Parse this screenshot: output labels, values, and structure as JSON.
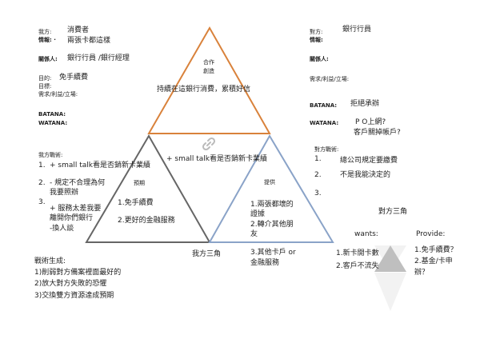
{
  "colors": {
    "orange": "#d9823b",
    "dark": "#666666",
    "blue": "#8aa3c8",
    "funnel_light": "#f2f2f2",
    "funnel_dark": "#bfbfbf",
    "text": "#222222"
  },
  "icons": {
    "link": "chain-link-icon"
  },
  "left": {
    "my_side_label": "我方:",
    "my_side_value": "消費者",
    "info_label": "情報: ·",
    "info_value": "兩張卡都這樣",
    "contact_label": "關係人:",
    "contact_value": "銀行行員 /銀行經理",
    "purpose_label": "目的:",
    "purpose_value": "免手續費",
    "target_label": "目標:",
    "needs_label": "需求/利益/立場:",
    "batana": "BATANA:",
    "watana": "WATANA:",
    "tactics_label": "我方戰術:",
    "tactics": [
      {
        "num": "1.",
        "lines": [
          "+ small talk看是否銷新卡業績"
        ]
      },
      {
        "num": "2.",
        "lines": [
          "- 規定不合理為何",
          "我要照辦"
        ]
      },
      {
        "num": "3.",
        "lines": [
          "+ 服務太差我要",
          "離開你們銀行",
          "-換人談"
        ]
      }
    ]
  },
  "right": {
    "opp_label": "對方:",
    "opp_value": "銀行行員",
    "info_label": "情報:",
    "contact_label": "關係人:",
    "needs_label": "需求/利益/立場:",
    "batana_label": "BATANA:",
    "batana_value": "拒絕承辦",
    "watana_label": "WATANA:",
    "watana_values": [
      "P O上網?",
      "客戶關掉帳戶?"
    ],
    "tactics_label": "對方戰術:",
    "tactics": [
      {
        "num": "1.",
        "text": "總公司規定要繳費"
      },
      {
        "num": "2.",
        "text": "不是我能決定的"
      },
      {
        "num": "3.",
        "text": ""
      }
    ]
  },
  "triangles": {
    "top": {
      "apex_labels": [
        "合作",
        "創造"
      ],
      "center_text": "持續在這銀行消費，累積好信",
      "bottom_text": "+ small talk看是否銷新卡業績"
    },
    "left_expect": {
      "label": "預期",
      "items": [
        "1.免手續費",
        "2.更好的金融服務"
      ]
    },
    "right_provide": {
      "label": "提供",
      "items": [
        "1.兩張都壞的",
        "證據",
        "2.轉介其他朋",
        "友",
        "3.其他卡戶 or",
        "金融服務"
      ]
    },
    "my_triangle_label": "我方三角",
    "opp_triangle_label": "對方三角"
  },
  "opponent_triangle": {
    "wants_label": "wants:",
    "provide_label": "Provide:",
    "wants_items": [
      "1.新卡開卡數",
      "2.客戶不流失"
    ],
    "provide_items": [
      "1.免手續費？",
      "2.基金/卡申",
      "辦？"
    ]
  },
  "strategy": {
    "title": "戰術生成:",
    "items": [
      "1)削弱對方備案裡面最好的",
      "2)放大對方失敗的恐懼",
      "3)交換雙方資源達成預期"
    ]
  }
}
